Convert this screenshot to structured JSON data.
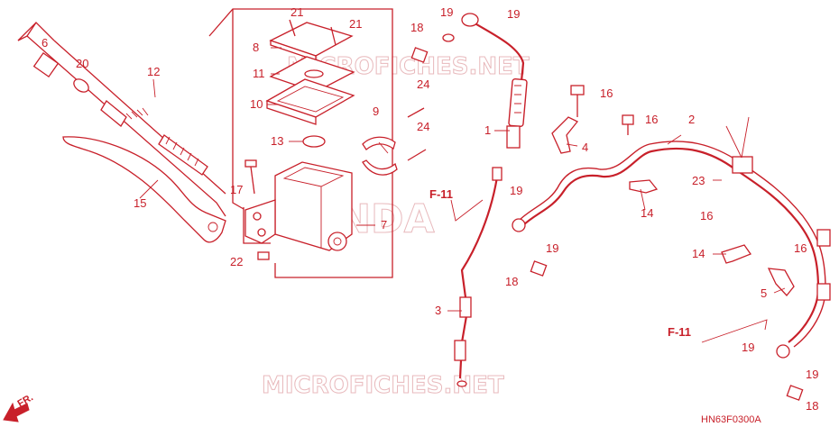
{
  "diagram_code": "HN63F0300A",
  "direction_label": "FR.",
  "section_labels": [
    "F-11",
    "F-11"
  ],
  "watermarks": [
    "MICROFICHES.NET",
    "HONDA",
    "MICROFICHES.NET"
  ],
  "callouts": [
    "1",
    "2",
    "3",
    "4",
    "5",
    "6",
    "7",
    "8",
    "9",
    "10",
    "11",
    "12",
    "13",
    "14",
    "14",
    "15",
    "16",
    "16",
    "16",
    "16",
    "17",
    "18",
    "18",
    "18",
    "19",
    "19",
    "19",
    "19",
    "19",
    "19",
    "20",
    "21",
    "21",
    "22",
    "23",
    "24",
    "24"
  ],
  "colors": {
    "line": "#c8202a",
    "watermark": "#e8b9bc",
    "background": "#ffffff"
  }
}
